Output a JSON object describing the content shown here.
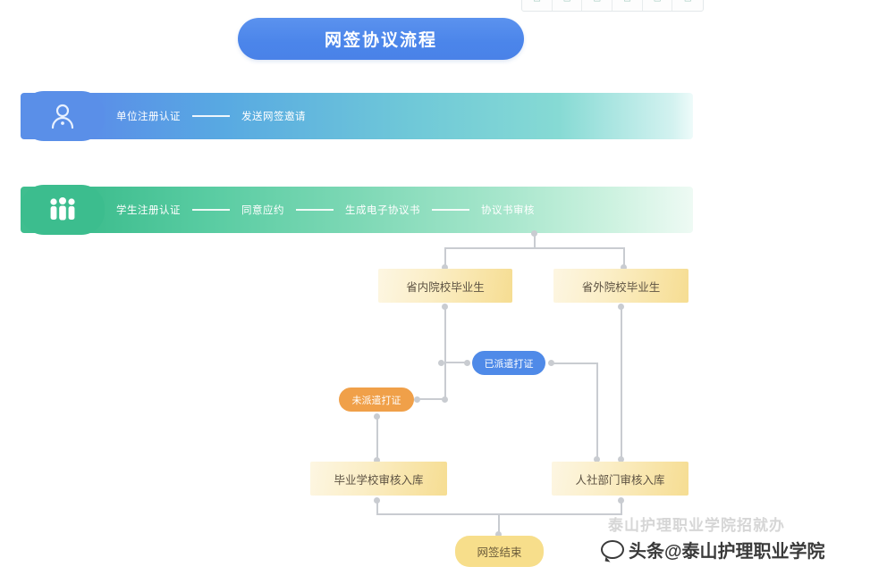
{
  "toolbar": {
    "buttons": [
      {
        "name": "toolbar-button-1",
        "glyph": "▭"
      },
      {
        "name": "toolbar-button-2",
        "glyph": "▭"
      },
      {
        "name": "toolbar-button-3",
        "glyph": "▭"
      },
      {
        "name": "toolbar-button-4",
        "glyph": "▭"
      },
      {
        "name": "toolbar-button-5",
        "glyph": "▭"
      },
      {
        "name": "toolbar-button-6",
        "glyph": "▭"
      }
    ]
  },
  "title": {
    "text": "网签协议流程"
  },
  "bars": [
    {
      "id": "employer-bar",
      "icon": "person-icon",
      "color": "#5a8fe8",
      "steps": [
        "单位注册认证",
        "发送网签邀请"
      ]
    },
    {
      "id": "student-bar",
      "icon": "group-icon",
      "color": "#3cbd8e",
      "steps": [
        "学生注册认证",
        "同意应约",
        "生成电子协议书",
        "协议书审核"
      ]
    }
  ],
  "nodes": {
    "sheng_nei": "省内院校毕业生",
    "sheng_wai": "省外院校毕业生",
    "yi_paiqian": "已派遣打证",
    "wei_paiqian": "未派遣打证",
    "biye_ruku": "毕业学校审核入库",
    "rensheng_ruku": "人社部门审核入库",
    "end": "网签结束"
  },
  "colors": {
    "title_blue": "#4b85ea",
    "bar_blue": "#5a8fe8",
    "bar_green": "#3cbd8e",
    "node_yellow": "#f6dd92",
    "pill_blue": "#4f8ae8",
    "pill_orange": "#f0a049",
    "connector_gray": "#c9ccd1"
  },
  "watermark": {
    "faint": "泰山护理职业学院招就办",
    "main": "头条@泰山护理职业学院"
  }
}
